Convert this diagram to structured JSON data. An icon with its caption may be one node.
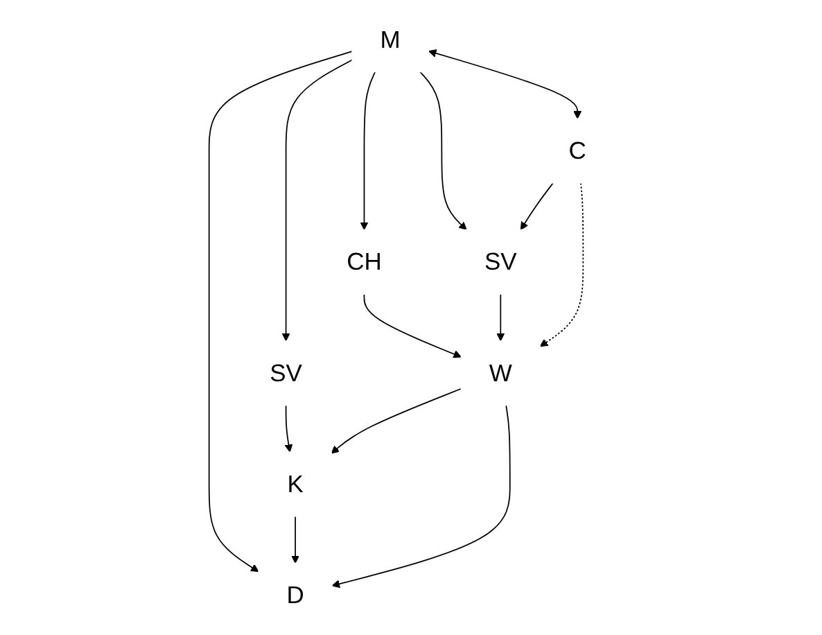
{
  "diagram": {
    "nodes": [
      {
        "text": [
          "M"
        ]
      },
      {
        "text": [
          "SV"
        ]
      },
      {
        "text": [
          "CH"
        ]
      },
      {
        "text": [
          "SV"
        ]
      },
      {
        "text": [
          "C"
        ]
      },
      {
        "text": [
          "D"
        ]
      },
      {
        "text": [
          "K"
        ]
      },
      {
        "text": [
          "W"
        ]
      }
    ],
    "edges": [
      {
        "from": 0,
        "to": 5,
        "arrow": "to"
      },
      {
        "from": 0,
        "to": 1,
        "arrow": "to"
      },
      {
        "from": 0,
        "to": 2,
        "arrow": "to"
      },
      {
        "from": 0,
        "to": 3,
        "arrow": "to"
      },
      {
        "from": 0,
        "to": 4,
        "arrow": "both"
      },
      {
        "from": 4,
        "to": 3,
        "arrow": "to"
      },
      {
        "from": 4,
        "to": 7,
        "arrow": "to",
        "style": "dashed"
      },
      {
        "from": 1,
        "to": 6,
        "arrow": "to"
      },
      {
        "from": 2,
        "to": 7,
        "arrow": "to"
      },
      {
        "from": 3,
        "to": 7,
        "arrow": "to"
      },
      {
        "from": 7,
        "to": 6,
        "arrow": "to"
      },
      {
        "from": 6,
        "to": 5,
        "arrow": "to"
      },
      {
        "from": 7,
        "to": 5,
        "arrow": "to"
      }
    ]
  }
}
